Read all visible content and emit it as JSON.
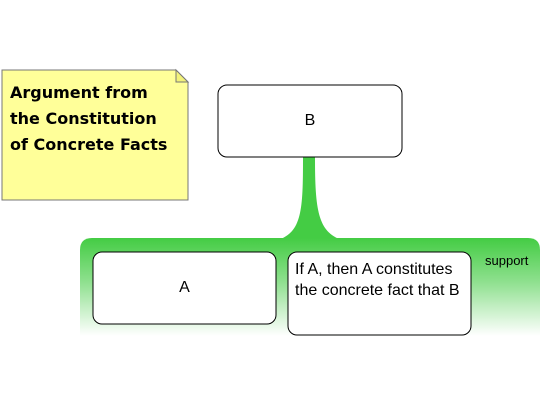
{
  "note": {
    "text": "Argument from\nthe Constitution\nof Concrete Facts",
    "fill": "#ffff99"
  },
  "claim": {
    "label": "B"
  },
  "premises": [
    {
      "label": "A"
    },
    {
      "label": "If A, then A constitutes the concrete fact that B"
    }
  ],
  "support": {
    "label": "support",
    "color": "#44cc44"
  }
}
